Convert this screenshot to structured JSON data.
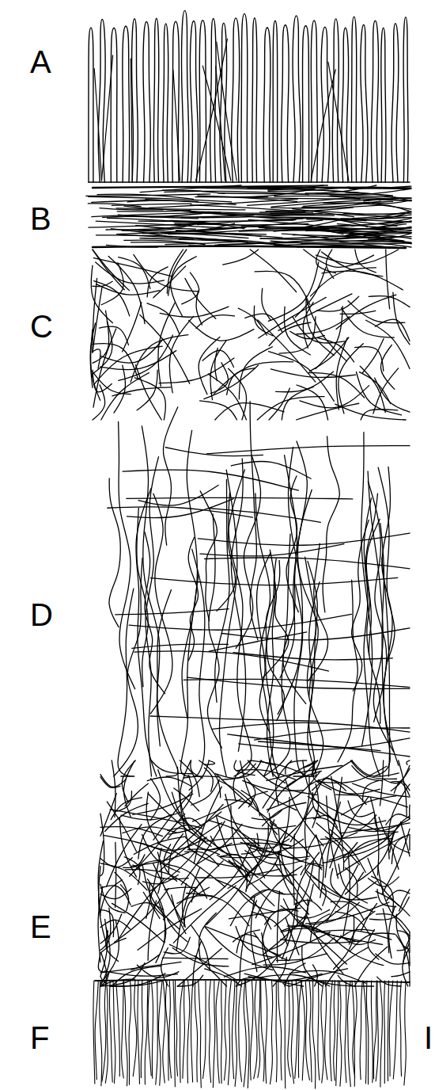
{
  "diagram": {
    "labels": [
      "A",
      "B",
      "C",
      "D",
      "E",
      "F",
      "I"
    ]
  }
}
